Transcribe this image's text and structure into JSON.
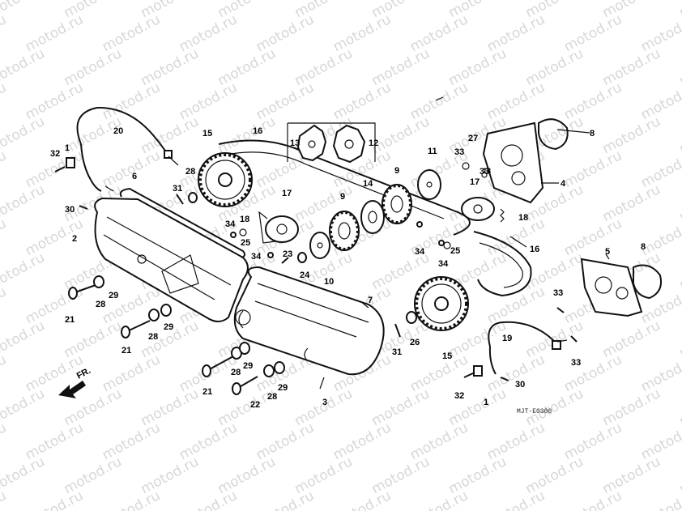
{
  "watermark": {
    "text": "motod.ru"
  },
  "fr_arrow": {
    "label": "FR."
  },
  "drawing_code": "MJT-E0300",
  "callouts": {
    "c1a": "1",
    "c1b": "1",
    "c2": "2",
    "c3": "3",
    "c4": "4",
    "c5": "5",
    "c6": "6",
    "c7": "7",
    "c8a": "8",
    "c8b": "8",
    "c9a": "9",
    "c9b": "9",
    "c10": "10",
    "c11": "11",
    "c12": "12",
    "c13": "13",
    "c14": "14",
    "c15a": "15",
    "c15b": "15",
    "c16a": "16",
    "c16b": "16",
    "c17a": "17",
    "c17b": "17",
    "c18a": "18",
    "c18b": "18",
    "c18c": "18",
    "c19": "19",
    "c20": "20",
    "c21a": "21",
    "c21b": "21",
    "c21c": "21",
    "c22": "22",
    "c23": "23",
    "c24": "24",
    "c25a": "25",
    "c25b": "25",
    "c26": "26",
    "c27": "27",
    "c28a": "28",
    "c28b": "28",
    "c28c": "28",
    "c28d": "28",
    "c28e": "28",
    "c29a": "29",
    "c29b": "29",
    "c29c": "29",
    "c29d": "29",
    "c30a": "30",
    "c30b": "30",
    "c31a": "31",
    "c31b": "31",
    "c32a": "32",
    "c32b": "32",
    "c33a": "33",
    "c33b": "33",
    "c33c": "33",
    "c33d": "33",
    "c34a": "34",
    "c34b": "34",
    "c34c": "34",
    "c34d": "34"
  }
}
